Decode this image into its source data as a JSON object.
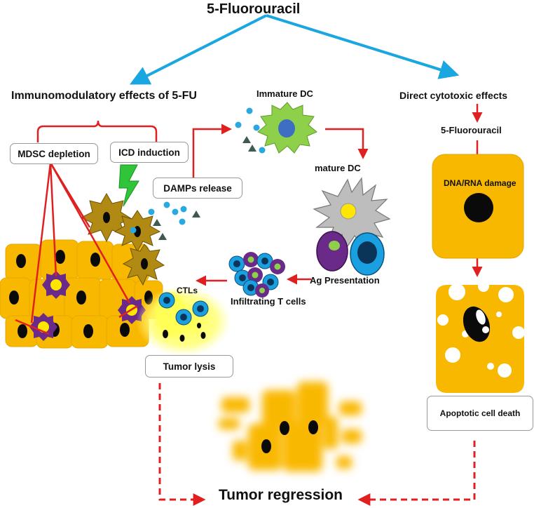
{
  "diagram": {
    "title": "5-Fluorouracil",
    "immuno_heading": "Immunomodulatory effects of 5-FU",
    "direct_heading": "Direct cytotoxic effects",
    "mdsc_depletion": "MDSC depletion",
    "icd_induction": "ICD induction",
    "damps_release": "DAMPs release",
    "immature_dc": "Immature DC",
    "mature_dc": "mature DC",
    "ag_presentation": "Ag Presentation",
    "infiltrating_t_cells": "Infiltrating T cells",
    "ctls": "CTLs",
    "tumor_lysis": "Tumor lysis",
    "drug_label": "5-Fluorouracil",
    "dna_rna_damage": "DNA/RNA damage",
    "apoptotic_cell_death": "Apoptotic cell death",
    "tumor_regression": "Tumor regression"
  },
  "colors": {
    "blue_arrow": "#1aa6e0",
    "red_arrow": "#e02020",
    "tumor_yellow": "#f9b800",
    "nucleus_black": "#0a0a0a",
    "mdsc_purple": "#6a2a8a",
    "dc_green": "#8ed04a",
    "dc_gray": "#bdbdbd",
    "t_cell_blue": "#1aa0e0",
    "bolt_green": "#2fc43a",
    "dying_cell_brown": "#b08a12"
  }
}
